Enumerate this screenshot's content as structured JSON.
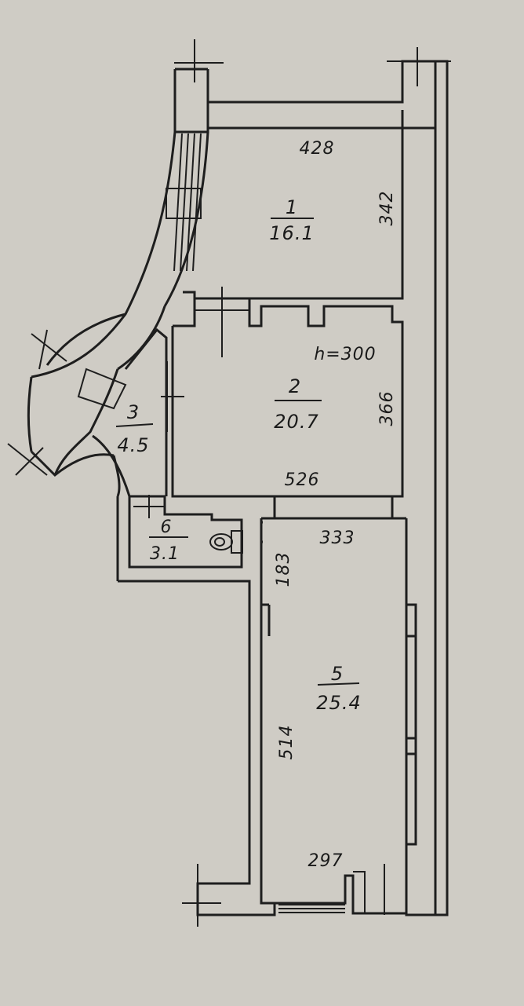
{
  "background": "#cfccc5",
  "ink": "#1e1e1e",
  "ceiling_height": "h=300",
  "rooms": [
    {
      "number": "1",
      "area": "16.1",
      "width": "428",
      "length": "342"
    },
    {
      "number": "2",
      "area": "20.7",
      "width": "526",
      "length": "366"
    },
    {
      "number": "3",
      "area": "4.5"
    },
    {
      "number": "5",
      "area": "25.4",
      "width_top": "333",
      "width_bottom": "297",
      "length": "514",
      "side": "183"
    },
    {
      "number": "6",
      "area": "3.1"
    }
  ]
}
